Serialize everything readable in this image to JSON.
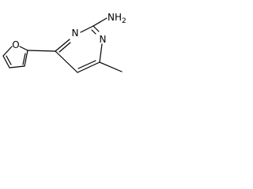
{
  "molecule": {
    "atoms": {
      "furan_oxygen": "O",
      "ring_nitrogen_upper": "N",
      "ring_nitrogen_lower": "N",
      "amine": {
        "main": "NH",
        "subscript": "2"
      }
    },
    "colors": {
      "bond": "#000000",
      "label": "#000000",
      "background": "#ffffff"
    }
  }
}
